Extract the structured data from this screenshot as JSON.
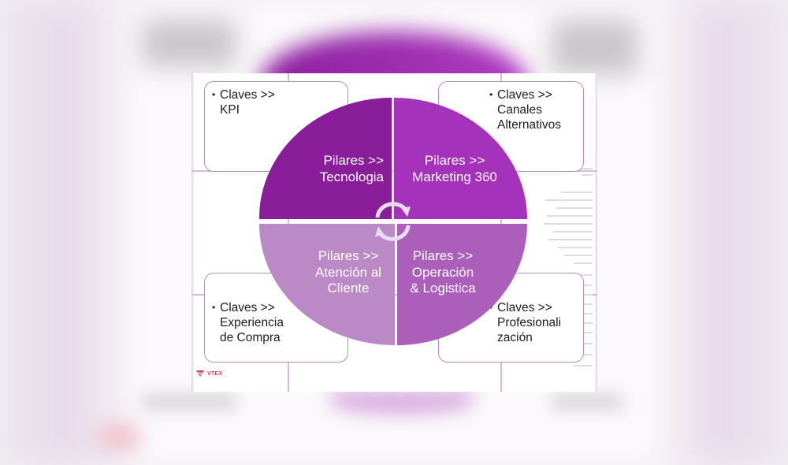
{
  "slide": {
    "logo": {
      "text": "VTEX",
      "color": "#e0395f"
    },
    "pilares": [
      {
        "id": "tecnologia",
        "lines": [
          "Pilares >>",
          "Tecnologia"
        ],
        "color": "#8a1e9a"
      },
      {
        "id": "marketing-360",
        "lines": [
          "Pilares >>",
          "Marketing 360"
        ],
        "color": "#a532bb"
      },
      {
        "id": "atencion-cliente",
        "lines": [
          "Pilares >>",
          "Atención al",
          "Cliente"
        ],
        "color": "#bb8ac6"
      },
      {
        "id": "operacion-logistica",
        "lines": [
          "Pilares >>",
          "Operación",
          "& Logistica"
        ],
        "color": "#ab5fbb"
      }
    ],
    "claves": [
      {
        "id": "kpi",
        "bullet": "•",
        "lines": [
          "Claves >>",
          "KPI"
        ]
      },
      {
        "id": "canales-alternativos",
        "bullet": "•",
        "lines": [
          "Claves >>",
          "Canales",
          "Alternativos"
        ]
      },
      {
        "id": "experiencia-compra",
        "bullet": "•",
        "lines": [
          "Claves >>",
          "Experiencia",
          "de Compra"
        ]
      },
      {
        "id": "profesionalizacion",
        "bullet": "•",
        "lines": [
          "Claves >>",
          "Profesionali",
          "zación"
        ]
      }
    ],
    "cycle_icon": "circular-arrows-icon",
    "colors": {
      "box_border": "#b98ac4",
      "text": "#1c1c1c",
      "pilar_text": "#ffffff"
    }
  }
}
